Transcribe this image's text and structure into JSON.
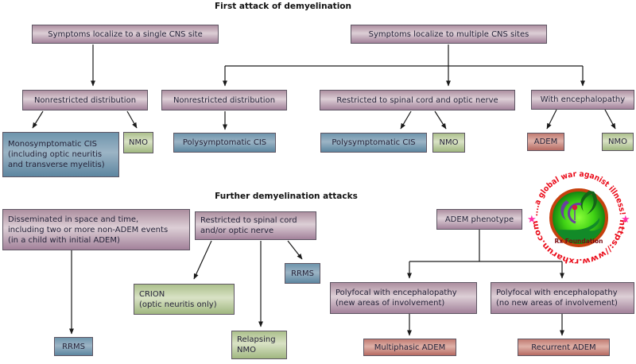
{
  "section_titles": {
    "first_attack": "First attack of demyelination",
    "further_attacks": "Further demyelination attacks"
  },
  "nodes": {
    "symptoms_single": {
      "label": "Symptoms localize to a single CNS site",
      "type": "mauve"
    },
    "symptoms_multiple": {
      "label": "Symptoms localize to multiple CNS sites",
      "type": "mauve"
    },
    "nonrestricted_left": {
      "label": "Nonrestricted distribution",
      "type": "mauve"
    },
    "nonrestricted_mid": {
      "label": "Nonrestricted distribution",
      "type": "mauve"
    },
    "restricted_cord_optic": {
      "label": "Restricted to spinal cord and optic nerve",
      "type": "mauve"
    },
    "with_encephalopathy": {
      "label": "With encephalopathy",
      "type": "mauve"
    },
    "mono_cis": {
      "label": "Monosymptomatic CIS\n(including optic neuritis\nand transverse myelitis)",
      "type": "blue"
    },
    "nmo_1": {
      "label": "NMO",
      "type": "green"
    },
    "poly_cis_1": {
      "label": "Polysymptomatic CIS",
      "type": "blue"
    },
    "poly_cis_2": {
      "label": "Polysymptomatic CIS",
      "type": "blue"
    },
    "nmo_2": {
      "label": "NMO",
      "type": "green"
    },
    "adem": {
      "label": "ADEM",
      "type": "red"
    },
    "nmo_3": {
      "label": "NMO",
      "type": "green"
    },
    "disseminated": {
      "label": "Disseminated in space and time,\nincluding two or more non-ADEM events\n(in a child with initial ADEM)",
      "type": "mauve"
    },
    "restricted_cord_or_optic": {
      "label": "Restricted to spinal cord\nand/or optic nerve",
      "type": "mauve"
    },
    "adem_phenotype": {
      "label": "ADEM phenotype",
      "type": "mauve"
    },
    "crion": {
      "label": "CRION\n(optic neuritis only)",
      "type": "green"
    },
    "rrms_upper": {
      "label": "RRMS",
      "type": "blue"
    },
    "relapsing_nmo": {
      "label": "Relapsing\nNMO",
      "type": "green"
    },
    "rrms_lower": {
      "label": "RRMS",
      "type": "blue"
    },
    "polyfocal_new": {
      "label": "Polyfocal with encephalopathy\n(new areas of involvement)",
      "type": "mauve"
    },
    "polyfocal_no_new": {
      "label": "Polyfocal with encephalopathy\n(no new areas of involvement)",
      "type": "mauve"
    },
    "multiphasic_adem": {
      "label": "Multiphasic ADEM",
      "type": "red"
    },
    "recurrent_adem": {
      "label": "Recurrent ADEM",
      "type": "red"
    }
  },
  "watermark": {
    "arc_top": "....a global war aganist illness!",
    "arc_bottom": "https://www.rxharun.com",
    "foundation": "Rx Foundation",
    "star": "★"
  },
  "colors": {
    "mauve_dark": "#ad8fa0",
    "mauve_light": "#ddcfd6",
    "mauve_dark2": "#a2819a",
    "blue_dark": "#6e95ac",
    "blue_light": "#9cb4c5",
    "blue_dark2": "#5d86a0",
    "green_dark": "#acc08c",
    "green_light": "#d9e2c5",
    "green_dark2": "#a0b780",
    "red_dark": "#c17b72",
    "red_light": "#dfb1a8",
    "red_dark2": "#b66a62",
    "line": "#1a1a1a",
    "watermark_red": "#ea0c1a",
    "star_pink": "#ff2fa8",
    "disc_rim": "#c6410e",
    "disc_center": "#8cff3a",
    "disc_mid": "#3fd214",
    "disc_edge": "#0f7a12",
    "foundation_text": "#7c0c12",
    "swirl_purple": "#6b3fa0",
    "leaf_green": "#156318",
    "hand_green": "#128a28",
    "flower_red": "#d81b3c"
  }
}
